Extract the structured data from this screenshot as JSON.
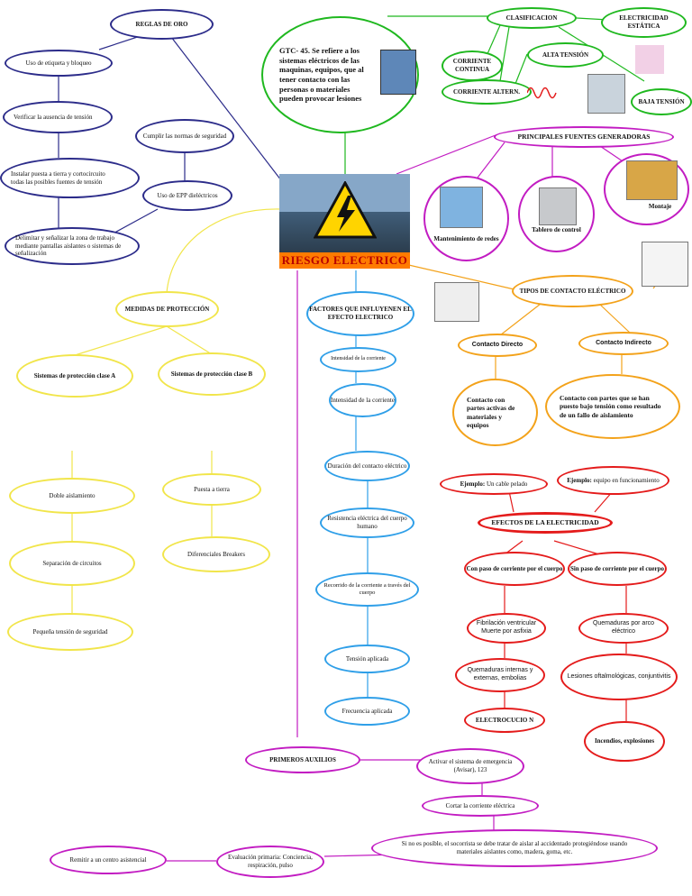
{
  "central": {
    "title": "RIESGO ELECTRICO"
  },
  "reglas": {
    "title": "REGLAS DE ORO",
    "items": [
      "Uso de etiqueta y bloqueo",
      "Verificar la ausencia de tensión",
      "Instalar puesta a tierra y cortocircuito todas las posibles fuentes de tensión",
      "Delimitar y señalizar la zona de trabajo mediante pantallas aislantes o sistemas de señalización",
      "Uso de EPP dieléctricos",
      "Cumplir las normas de seguridad"
    ]
  },
  "definicion": {
    "code": "GTC- 45.",
    "text": "Se refiere a los sistemas eléctricos de las maquinas, equipos, que al tener contacto con las personas o materiales pueden provocar lesiones"
  },
  "clasificacion": {
    "title": "CLASIFICACION",
    "items": [
      "ELECTRICIDAD ESTÁTICA",
      "ALTA TENSIÓN",
      "CORRIENTE CONTINUA",
      "CORRIENTE ALTERN.",
      "BAJA TENSIÓN"
    ]
  },
  "fuentes": {
    "title": "PRINCIPALES FUENTES GENERADORAS",
    "items": [
      "Mantenimiento de redes",
      "Tablero de control",
      "Montaje"
    ]
  },
  "medidas": {
    "title": "MEDIDAS DE PROTECCIÓN",
    "clase_a": "Sistemas de protección clase A",
    "clase_b": "Sistemas de protección clase B",
    "a_items": [
      "Doble aislamiento",
      "Separación de circuitos",
      "Pequeña tensión de seguridad"
    ],
    "b_items": [
      "Puesta a tierra",
      "Diferenciales Breakers"
    ]
  },
  "factores": {
    "title": "FACTORES QUE INFLUYENEN EL EFECTO ELECTRICO",
    "items": [
      "Intensidad de la corriente",
      "Intensidad de la corriente",
      "Duración del contacto eléctrico",
      "Resistencia eléctrica del cuerpo humano",
      "Recorrido de la corriente a través del cuerpo",
      "Tensión aplicada",
      "Frecuencia aplicada"
    ]
  },
  "tipos": {
    "title": "TIPOS DE CONTACTO ELÉCTRICO",
    "directo": "Contacto Directo",
    "indirecto": "Contacto Indirecto",
    "directo_desc": "Contacto con partes activas de materiales y equipos",
    "indirecto_desc": "Contacto con partes que se han puesto bajo tensión como resultado de un fallo de aislamiento"
  },
  "efectos": {
    "title": "EFECTOS DE LA ELECTRICIDAD",
    "ejemplo1_label": "Ejemplo:",
    "ejemplo1_text": "Un cable pelado",
    "ejemplo2_label": "Ejemplo:",
    "ejemplo2_text": "equipo en funcionamiento",
    "con_paso": "Con paso de corriente por el cuerpo",
    "sin_paso": "Sin paso de corriente por el cuerpo",
    "con_items": [
      "Fibrilación ventricular Muerte por asfixia",
      "Quemaduras internas y externas, embolias",
      "ELECTROCUCIO N"
    ],
    "sin_items": [
      "Quemaduras por arco eléctrico",
      "Lesiones oftalmológicas, conjuntivitis",
      "Incendios, explosiones"
    ]
  },
  "primeros": {
    "title": "PRIMEROS AUXILIOS",
    "items": [
      "Activar el sistema de emergencia (Avisar), 123",
      "Cortar la corriente eléctrica",
      "Si no es posible, el socorrista se debe tratar de aislar al accidentado protegiéndose usando materiales aislantes como, madera, goma, etc.",
      "Evaluación primaria: Conciencia, respiración, pulso",
      "Remitir a un centro asistencial"
    ]
  }
}
